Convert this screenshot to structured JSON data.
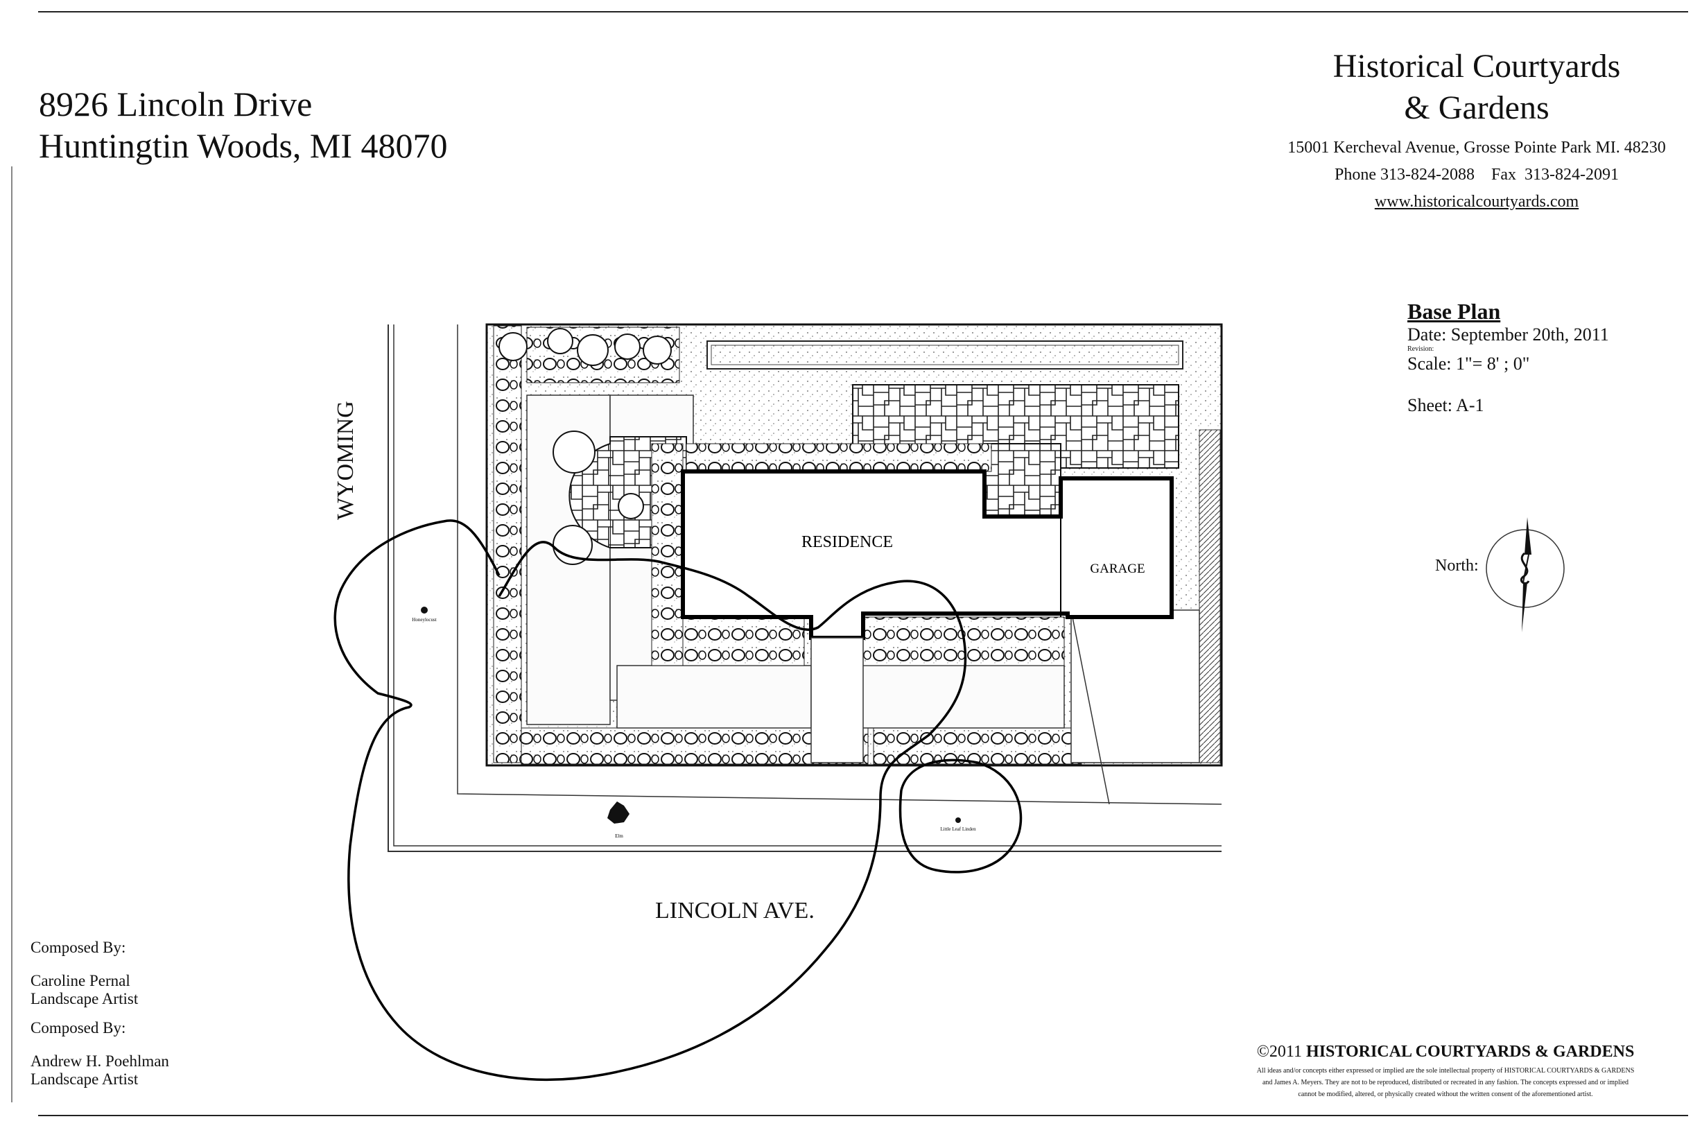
{
  "address": {
    "line1": "8926 Lincoln Drive",
    "line2": "Huntingtin Woods, MI 48070"
  },
  "company": {
    "name_line1": "Historical Courtyards",
    "name_line2": "& Gardens",
    "street": "15001 Kercheval Avenue, Grosse Pointe Park MI. 48230",
    "phone": "Phone 313-824-2088    Fax  313-824-2091",
    "url": "www.historicalcourtyards.com"
  },
  "plan_info": {
    "title": "Base Plan",
    "date": "Date: September 20th, 2011",
    "revision": "Revision:",
    "scale": "Scale: 1\"= 8' ; 0\"",
    "sheet": "Sheet: A-1"
  },
  "compass": {
    "label": "North:",
    "icon": "north-arrow-icon"
  },
  "streets": {
    "west": "WYOMING",
    "south": "LINCOLN AVE."
  },
  "plan_labels": {
    "residence": "RESIDENCE",
    "garage": "GARAGE",
    "tree_west": "Honeylocust",
    "tree_south": "Elm",
    "tree_southeast": "Little Leaf Linden"
  },
  "credits": {
    "heading1": "Composed By:",
    "person1_name": "Caroline Pernal",
    "person1_role": "Landscape Artist",
    "heading2": "Composed By:",
    "person2_name": "Andrew H. Poehlman",
    "person2_role": "Landscape Artist"
  },
  "copyright": {
    "prefix": "©2011 ",
    "owner": "HISTORICAL COURTYARDS & GARDENS",
    "fine_line1": "All ideas and/or concepts either expressed or implied are the sole intellectual property of HISTORICAL COURTYARDS & GARDENS",
    "fine_line2": "and James A. Meyers.  They are not to be reproduced, distributed or recreated in any fashion.  The concepts expressed and or implied",
    "fine_line3": "cannot be modified, altered, or physically created without the written consent of the aforementioned artist."
  }
}
